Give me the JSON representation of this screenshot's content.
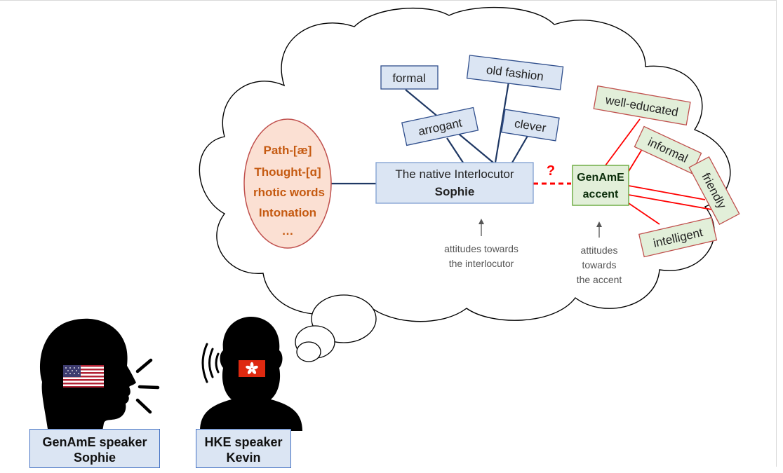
{
  "sound_features": [
    "Path-[æ]",
    "Thought-[ɑ]",
    "rhotic words",
    "Intonation",
    "…"
  ],
  "interlocutor": {
    "line1": "The native Interlocutor",
    "line2": "Sophie"
  },
  "interlocutor_traits": [
    "formal",
    "old fashion",
    "arrogant",
    "clever"
  ],
  "accent": {
    "line1": "GenAmE",
    "line2": "accent"
  },
  "accent_traits": [
    "well-educated",
    "informal",
    "friendly",
    "intelligent"
  ],
  "link_question": "?",
  "annotations": {
    "interlocutor": [
      "attitudes towards",
      "the interlocutor"
    ],
    "accent": [
      "attitudes",
      "towards",
      "the accent"
    ]
  },
  "speakers": [
    {
      "title": "GenAmE speaker",
      "name": "Sophie",
      "flag": "usa-flag"
    },
    {
      "title": "HKE speaker",
      "name": "Kevin",
      "flag": "hong-kong-flag"
    }
  ],
  "colors": {
    "sound_fill": "#fbe0d3",
    "sound_border": "#c0504d",
    "sound_text": "#c55a11",
    "blue_box": "#dbe5f3",
    "blue_border": "#2f4e8c",
    "navy_line": "#1f3864",
    "green_fill": "#e2efd9",
    "green_border": "#70ad47",
    "green_text": "#0b2e0b",
    "red": "#ff0000",
    "silhouette": "#000000"
  }
}
